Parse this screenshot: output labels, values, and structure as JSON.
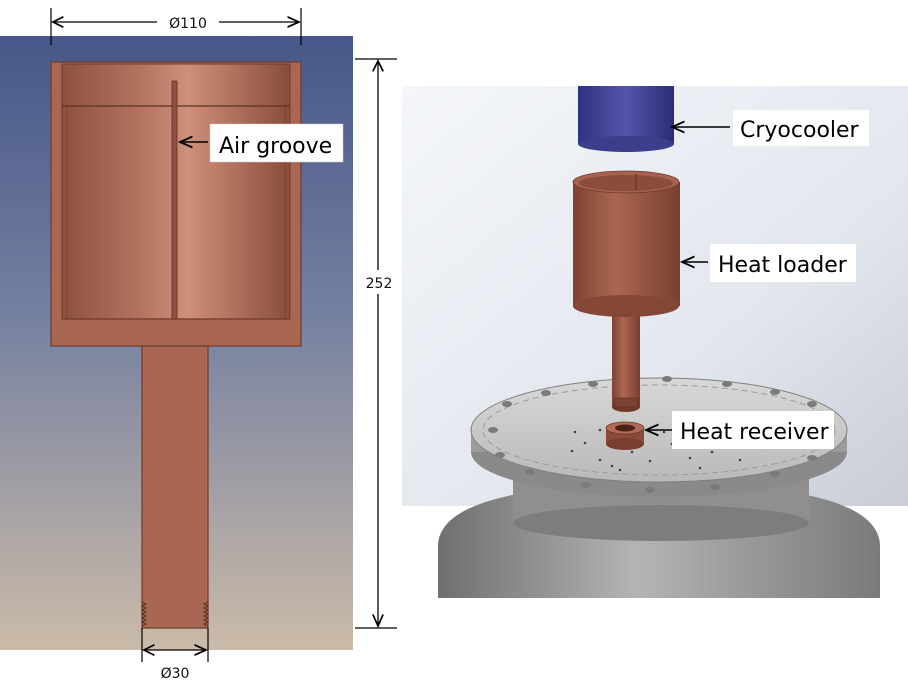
{
  "dimensions": {
    "top_width": "Ø110",
    "height": "252",
    "bottom_width": "Ø30"
  },
  "callouts": {
    "air_groove": "Air groove",
    "cryocooler": "Cryocooler",
    "heat_loader": "Heat loader",
    "heat_receiver": "Heat receiver"
  },
  "colors": {
    "copper": "#a86552",
    "copper_light": "#c98672",
    "copper_dark": "#7f4636",
    "cryocooler_blue": "#4d4f9c",
    "panel_top": "#4a5a8e",
    "panel_bottom": "#c9b9a8",
    "steel": "#9a9a9a"
  }
}
